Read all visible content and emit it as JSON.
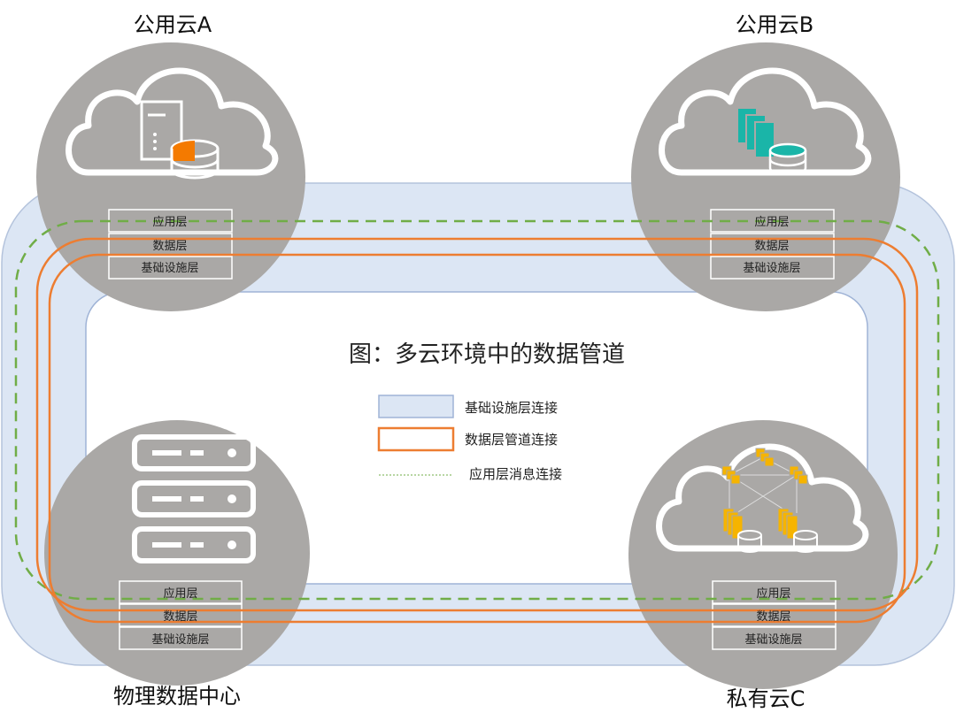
{
  "diagram": {
    "title": "图：多云环境中的数据管道",
    "nodes": [
      {
        "id": "public-cloud-a",
        "label": "公用云A",
        "layers": [
          "应用层",
          "数据层",
          "基础设施层"
        ]
      },
      {
        "id": "public-cloud-b",
        "label": "公用云B",
        "layers": [
          "应用层",
          "数据层",
          "基础设施层"
        ]
      },
      {
        "id": "physical-dc",
        "label": "物理数据中心",
        "layers": [
          "应用层",
          "数据层",
          "基础设施层"
        ]
      },
      {
        "id": "private-cloud-c",
        "label": "私有云C",
        "layers": [
          "应用层",
          "数据层",
          "基础设施层"
        ]
      }
    ],
    "legend": [
      {
        "label": "基础设施层连接",
        "style": "light-blue-band"
      },
      {
        "label": "数据层管道连接",
        "style": "orange-solid"
      },
      {
        "label": "应用层消息连接",
        "style": "green-dashed"
      }
    ],
    "colors": {
      "infra_band": "#dce6f4",
      "infra_border": "#9fb3d6",
      "data_pipe": "#ed7d31",
      "app_msg": "#70ad47",
      "node_circle": "#aaa8a6",
      "accent_orange": "#f47a00",
      "accent_teal": "#1ab5a8",
      "accent_yellow": "#f6b400"
    }
  }
}
